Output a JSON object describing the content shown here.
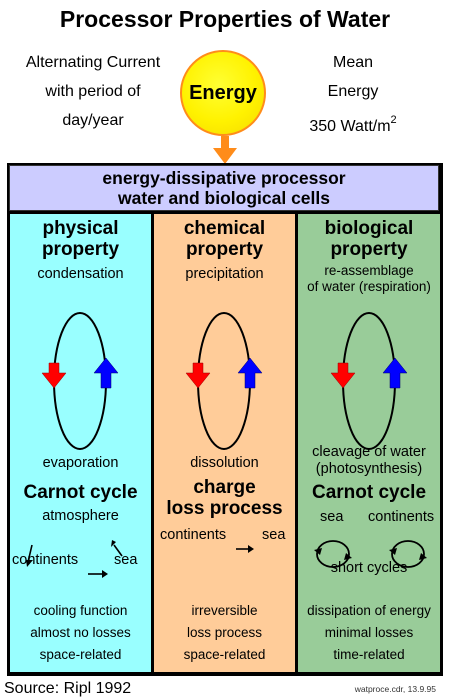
{
  "title": "Processor Properties of Water",
  "header": {
    "left": [
      "Alternating Current",
      "with period of",
      "day/year"
    ],
    "center": "Energy",
    "right": [
      "Mean",
      "Energy",
      "350 Watt/m"
    ],
    "right_sup": "2"
  },
  "banner": [
    "energy-dissipative processor",
    "water and biological cells"
  ],
  "columns": [
    {
      "title": [
        "physical",
        "property"
      ],
      "top": [
        "condensation"
      ],
      "bottom": [
        "evaporation"
      ],
      "process": [
        "Carnot cycle"
      ],
      "context": "atmosphere",
      "flow": [
        "continents",
        "sea"
      ],
      "footer": [
        "cooling function",
        "almost no losses",
        "space-related"
      ],
      "color": "#99ffff"
    },
    {
      "title": [
        "chemical",
        "property"
      ],
      "top": [
        "precipitation"
      ],
      "bottom": [
        "dissolution"
      ],
      "process": [
        "charge",
        "loss process"
      ],
      "context": "",
      "flow": [
        "continents",
        "sea"
      ],
      "footer": [
        "irreversible",
        "loss process",
        "space-related"
      ],
      "color": "#ffcc99"
    },
    {
      "title": [
        "biological",
        "property"
      ],
      "top": [
        "re-assemblage",
        "of water (respiration)"
      ],
      "bottom": [
        "cleavage of water",
        "(photosynthesis)"
      ],
      "process": [
        "Carnot cycle"
      ],
      "context": "",
      "flow": [
        "sea",
        "continents"
      ],
      "cycles_label": "short cycles",
      "footer": [
        "dissipation of energy",
        "minimal losses",
        "time-related"
      ],
      "color": "#99cc99"
    }
  ],
  "arrow_colors": {
    "down": "#ff0000",
    "up": "#0000ff",
    "sun_border": "#ff8c1a"
  },
  "source": "Source: Ripl 1992",
  "credit": "watproce.cdr, 13.9.95"
}
